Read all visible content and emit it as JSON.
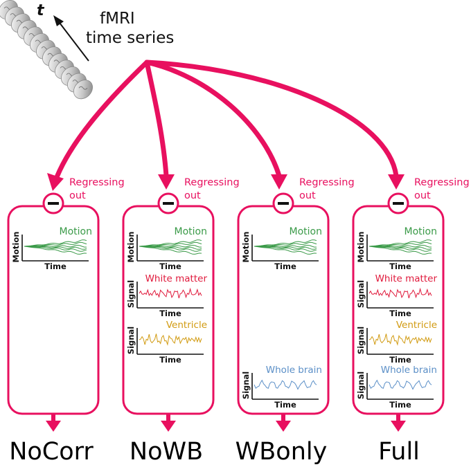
{
  "source": {
    "time_symbol": "t",
    "label_line1": "fMRI",
    "label_line2": "time series"
  },
  "colors": {
    "arrow": "#e8105f",
    "motion": "#3a9a48",
    "white_matter": "#e01a3c",
    "ventricle": "#d19a10",
    "whole_brain": "#5b8fc7"
  },
  "operation": {
    "symbol": "−",
    "line1": "Regressing",
    "line2": "out"
  },
  "plot_labels": {
    "motion": {
      "title": "Motion",
      "ylabel": "Motion",
      "xlabel": "Time"
    },
    "white_matter": {
      "title": "White matter",
      "ylabel": "Signal",
      "xlabel": "Time"
    },
    "ventricle": {
      "title": "Ventricle",
      "ylabel": "Signal",
      "xlabel": "Time"
    },
    "whole_brain": {
      "title": "Whole brain",
      "ylabel": "Signal",
      "xlabel": "Time"
    }
  },
  "pipelines": [
    {
      "label": "NoCorr",
      "regressors": [
        "motion"
      ]
    },
    {
      "label": "NoWB",
      "regressors": [
        "motion",
        "white_matter",
        "ventricle"
      ]
    },
    {
      "label": "WBonly",
      "regressors": [
        "motion",
        "whole_brain"
      ]
    },
    {
      "label": "Full",
      "regressors": [
        "motion",
        "white_matter",
        "ventricle",
        "whole_brain"
      ]
    }
  ]
}
